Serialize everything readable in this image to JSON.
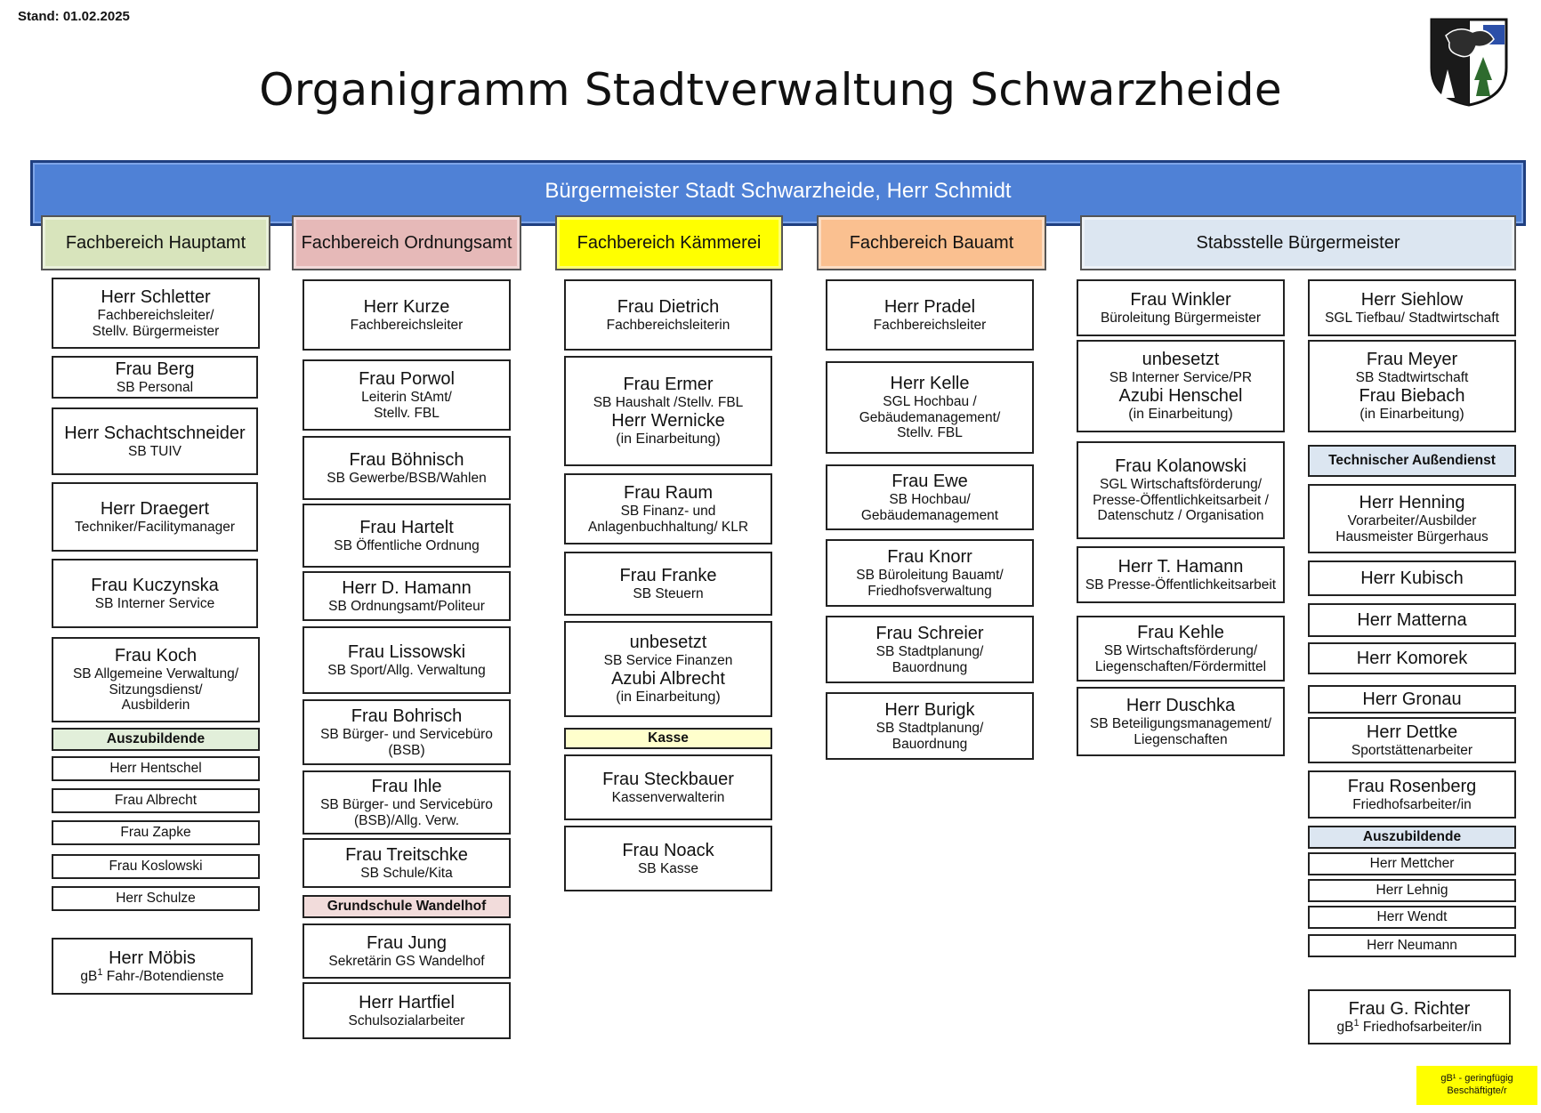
{
  "stand": "Stand: 01.02.2025",
  "title": "Organigramm Stadtverwaltung Schwarzheide",
  "mayor": "Bürgermeister Stadt Schwarzheide, Herr Schmidt",
  "colors": {
    "mayor": "#4f81d6",
    "hauptamt": "#d8e4bc",
    "ordnungsamt": "#e6b9b8",
    "kaemmerei": "#ffff00",
    "bauamt": "#fac090",
    "stabsstelle": "#dce6f1",
    "legend": "#ffff00"
  },
  "depts": {
    "hauptamt": "Fachbereich Hauptamt",
    "ordnungsamt": "Fachbereich Ordnungsamt",
    "kaemmerei": "Fachbereich Kämmerei",
    "bauamt": "Fachbereich Bauamt",
    "stabsstelle": "Stabsstelle Bürgermeister"
  },
  "hauptamt": {
    "schletter": {
      "name": "Herr Schletter",
      "r1": "Fachbereichsleiter/",
      "r2": "Stellv. Bürgermeister"
    },
    "berg": {
      "name": "Frau Berg",
      "r1": "SB Personal"
    },
    "schachtschneider": {
      "name": "Herr Schachtschneider",
      "r1": "SB TUIV"
    },
    "draegert": {
      "name": "Herr Draegert",
      "r1": "Techniker/Facilitymanager"
    },
    "kuczynska": {
      "name": "Frau Kuczynska",
      "r1": "SB Interner Service"
    },
    "koch": {
      "name": "Frau Koch",
      "r1": "SB Allgemeine Verwaltung/",
      "r2": "Sitzungsdienst/",
      "r3": "Ausbilderin"
    },
    "azubi_header": "Auszubildende",
    "azubis": [
      "Herr Hentschel",
      "Frau Albrecht",
      "Frau Zapke",
      "Frau Koslowski",
      "Herr Schulze"
    ],
    "moebis": {
      "name": "Herr Möbis",
      "pre": "gB",
      "sup": "1",
      "r1": " Fahr-/Botendienste"
    }
  },
  "ordnungsamt": {
    "kurze": {
      "name": "Herr Kurze",
      "r1": "Fachbereichsleiter"
    },
    "porwol": {
      "name": "Frau Porwol",
      "r1": "Leiterin StAmt/",
      "r2": "Stellv. FBL"
    },
    "boehnisch": {
      "name": "Frau Böhnisch",
      "r1": "SB Gewerbe/BSB/Wahlen"
    },
    "hartelt": {
      "name": "Frau Hartelt",
      "r1": "SB Öffentliche Ordnung"
    },
    "hamann": {
      "name": "Herr D. Hamann",
      "r1": "SB Ordnungsamt/Politeur"
    },
    "lissowski": {
      "name": "Frau Lissowski",
      "r1": "SB Sport/Allg. Verwaltung"
    },
    "bohrisch": {
      "name": "Frau Bohrisch",
      "r1": "SB Bürger- und Servicebüro",
      "r2": "(BSB)"
    },
    "ihle": {
      "name": "Frau Ihle",
      "r1": "SB Bürger- und Servicebüro",
      "r2": "(BSB)/Allg. Verw."
    },
    "treitschke": {
      "name": "Frau Treitschke",
      "r1": "SB Schule/Kita"
    },
    "gs_header": "Grundschule Wandelhof",
    "jung": {
      "name": "Frau Jung",
      "r1": "Sekretärin GS Wandelhof"
    },
    "hartfiel": {
      "name": "Herr Hartfiel",
      "r1": "Schulsozialarbeiter"
    }
  },
  "kaemmerei": {
    "dietrich": {
      "name": "Frau Dietrich",
      "r1": "Fachbereichsleiterin"
    },
    "ermer": {
      "name": "Frau Ermer",
      "r1": "SB Haushalt /Stellv. FBL",
      "n2": "Herr Wernicke",
      "r2": "(in Einarbeitung)"
    },
    "raum": {
      "name": "Frau Raum",
      "r1": "SB Finanz- und",
      "r2": "Anlagenbuchhaltung/ KLR"
    },
    "franke": {
      "name": "Frau Franke",
      "r1": "SB Steuern"
    },
    "unbesetzt": {
      "name": "unbesetzt",
      "r1": "SB Service Finanzen",
      "n2": "Azubi Albrecht",
      "r2": "(in Einarbeitung)"
    },
    "kasse_header": "Kasse",
    "steckbauer": {
      "name": "Frau Steckbauer",
      "r1": "Kassenverwalterin"
    },
    "noack": {
      "name": "Frau Noack",
      "r1": "SB Kasse"
    }
  },
  "bauamt": {
    "pradel": {
      "name": "Herr Pradel",
      "r1": "Fachbereichsleiter"
    },
    "kelle": {
      "name": "Herr Kelle",
      "r1": "SGL Hochbau /",
      "r2": "Gebäudemanagement/",
      "r3": "Stellv. FBL"
    },
    "ewe": {
      "name": "Frau Ewe",
      "r1": "SB Hochbau/",
      "r2": "Gebäudemanagement"
    },
    "knorr": {
      "name": "Frau Knorr",
      "r1": "SB Büroleitung Bauamt/",
      "r2": "Friedhofsverwaltung"
    },
    "schreier": {
      "name": "Frau Schreier",
      "r1": "SB Stadtplanung/",
      "r2": "Bauordnung"
    },
    "burigk": {
      "name": "Herr Burigk",
      "r1": "SB Stadtplanung/",
      "r2": "Bauordnung"
    }
  },
  "stab_left": {
    "winkler": {
      "name": "Frau Winkler",
      "r1": "Büroleitung Bürgermeister"
    },
    "unbesetzt": {
      "name": "unbesetzt",
      "r1": "SB Interner Service/PR",
      "n2": "Azubi Henschel",
      "r2": "(in Einarbeitung)"
    },
    "kolanowski": {
      "name": "Frau Kolanowski",
      "r1": "SGL Wirtschaftsförderung/",
      "r2": "Presse-Öffentlichkeitsarbeit /",
      "r3": "Datenschutz / Organisation"
    },
    "thamann": {
      "name": "Herr T. Hamann",
      "r1": "SB Presse-Öffentlichkeitsarbeit"
    },
    "kehle": {
      "name": "Frau Kehle",
      "r1": "SB Wirtschaftsförderung/",
      "r2": "Liegenschaften/Fördermittel"
    },
    "duschka": {
      "name": "Herr Duschka",
      "r1": "SB Beteiligungsmanagement/",
      "r2": "Liegenschaften"
    }
  },
  "stab_right": {
    "siehlow": {
      "name": "Herr Siehlow",
      "r1": "SGL Tiefbau/ Stadtwirtschaft"
    },
    "meyer": {
      "name": "Frau Meyer",
      "r1": "SB Stadtwirtschaft",
      "n2": "Frau Biebach",
      "r2": "(in Einarbeitung)"
    },
    "tad_header": "Technischer Außendienst",
    "henning": {
      "name": "Herr Henning",
      "r1": "Vorarbeiter/Ausbilder",
      "r2": "Hausmeister Bürgerhaus"
    },
    "kubisch": "Herr Kubisch",
    "matterna": "Herr Matterna",
    "komorek": "Herr Komorek",
    "gronau": "Herr Gronau",
    "dettke": {
      "name": "Herr Dettke",
      "r1": "Sportstättenarbeiter"
    },
    "rosenberg": {
      "name": "Frau Rosenberg",
      "r1": "Friedhofsarbeiter/in"
    },
    "azubi_header": "Auszubildende",
    "azubis": [
      "Herr Mettcher",
      "Herr Lehnig",
      "Herr Wendt",
      "Herr Neumann"
    ],
    "richter": {
      "name": "Frau G. Richter",
      "pre": "gB",
      "sup": "1",
      "r1": " Friedhofsarbeiter/in"
    }
  },
  "legend": {
    "l1": "gB¹ - geringfügig",
    "l2": "Beschäftigte/r"
  }
}
